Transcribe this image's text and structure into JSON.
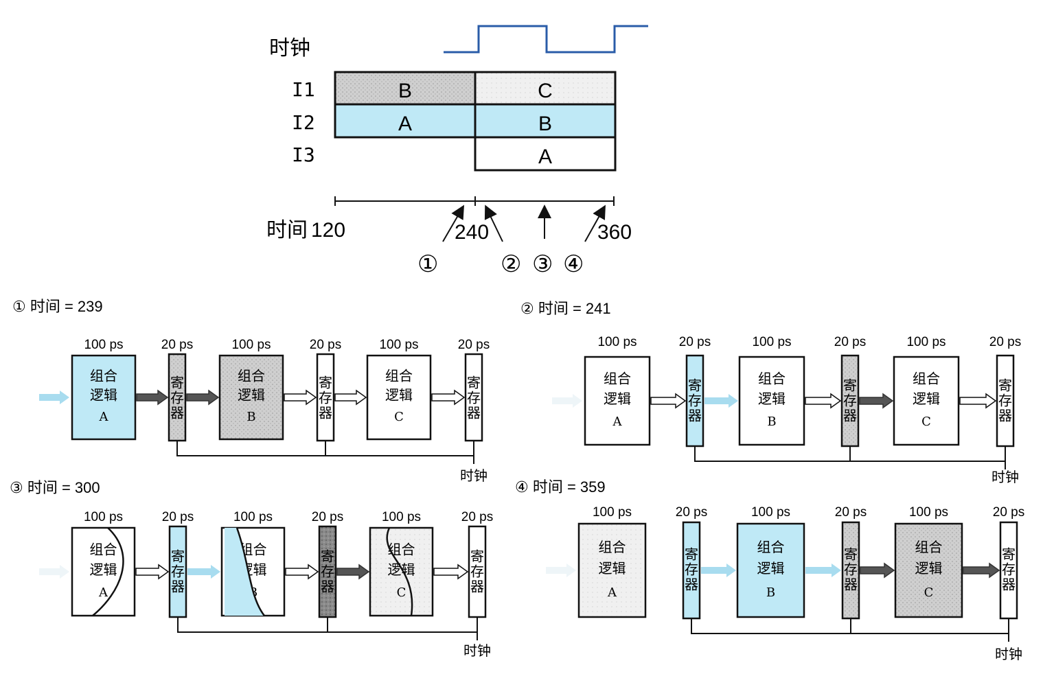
{
  "colors": {
    "cyan": "#bfe9f6",
    "gray_dark": "#7a7a7a",
    "gray_mid": "#c9c9c9",
    "gray_light": "#ececec",
    "white": "#ffffff",
    "line": "#111111",
    "clock_wave": "#2a5ca8"
  },
  "timing": {
    "clock_label": "时钟",
    "rows": [
      {
        "label": "I1",
        "seg1": "B",
        "seg2": "C"
      },
      {
        "label": "I2",
        "seg1": "A",
        "seg2": "B"
      },
      {
        "label": "I3",
        "seg1": "",
        "seg2": "A"
      }
    ],
    "time_label": "时间",
    "t0": "120",
    "t1": "240",
    "t2": "360",
    "markers": [
      "①",
      "②",
      "③",
      "④"
    ]
  },
  "panels": [
    {
      "title": "① 时间 = 239",
      "stage_times": [
        "100 ps",
        "100 ps",
        "100 ps"
      ],
      "reg_times": [
        "20 ps",
        "20 ps",
        "20 ps"
      ],
      "stage_names": [
        "组合",
        "逻辑"
      ],
      "stage_letters": [
        "A",
        "B",
        "C"
      ],
      "reg_text": [
        "寄",
        "存",
        "器"
      ],
      "clock_label": "时钟"
    },
    {
      "title": "② 时间 = 241",
      "stage_times": [
        "100 ps",
        "100 ps",
        "100 ps"
      ],
      "reg_times": [
        "20 ps",
        "20 ps",
        "20 ps"
      ],
      "stage_names": [
        "组合",
        "逻辑"
      ],
      "stage_letters": [
        "A",
        "B",
        "C"
      ],
      "reg_text": [
        "寄",
        "存",
        "器"
      ],
      "clock_label": "时钟"
    },
    {
      "title": "③ 时间 = 300",
      "stage_times": [
        "100 ps",
        "100 ps",
        "100 ps"
      ],
      "reg_times": [
        "20 ps",
        "20 ps",
        "20 ps"
      ],
      "stage_names": [
        "组合",
        "逻辑"
      ],
      "stage_letters": [
        "A",
        "B",
        "C"
      ],
      "reg_text": [
        "寄",
        "存",
        "器"
      ],
      "clock_label": "时钟"
    },
    {
      "title": "④ 时间 = 359",
      "stage_times": [
        "100 ps",
        "100 ps",
        "100 ps"
      ],
      "reg_times": [
        "20 ps",
        "20 ps",
        "20 ps"
      ],
      "stage_names": [
        "组合",
        "逻辑"
      ],
      "stage_letters": [
        "A",
        "B",
        "C"
      ],
      "reg_text": [
        "寄",
        "存",
        "器"
      ],
      "clock_label": "时钟"
    }
  ]
}
